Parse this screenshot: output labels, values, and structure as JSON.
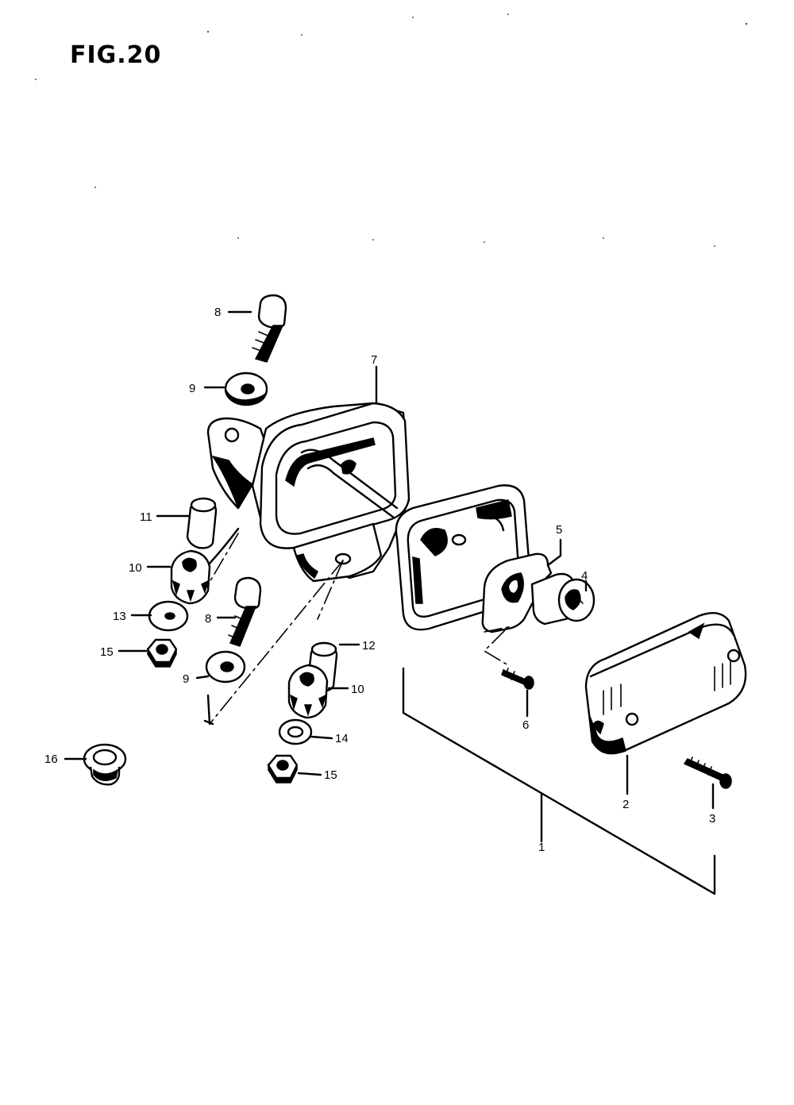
{
  "figure": {
    "title": "FIG.20"
  },
  "callouts": {
    "c1": "1",
    "c2": "2",
    "c3": "3",
    "c4": "4",
    "c5": "5",
    "c6": "6",
    "c7": "7",
    "c8a": "8",
    "c8b": "8",
    "c9a": "9",
    "c9b": "9",
    "c10a": "10",
    "c10b": "10",
    "c11": "11",
    "c12": "12",
    "c13": "13",
    "c14": "14",
    "c15a": "15",
    "c15b": "15",
    "c16": "16"
  }
}
